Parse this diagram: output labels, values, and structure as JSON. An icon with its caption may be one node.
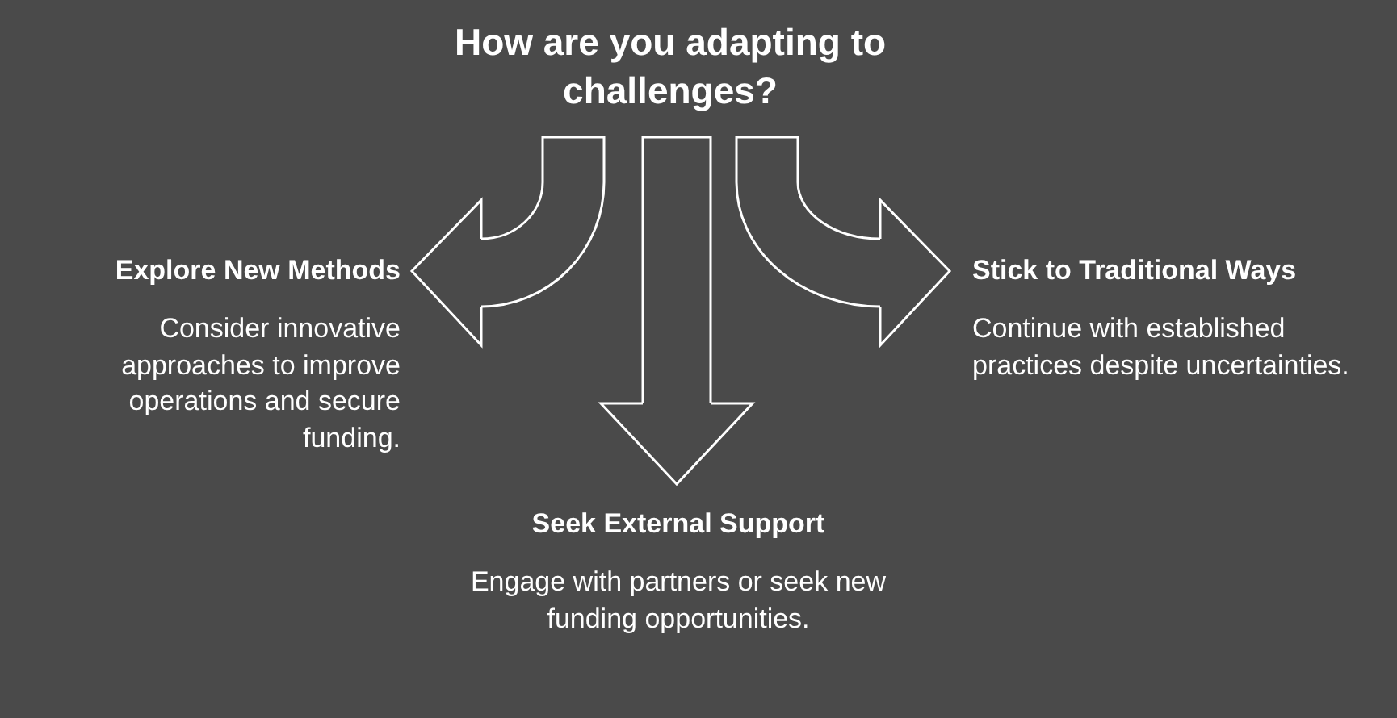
{
  "diagram": {
    "nodes": [
      {
        "text": [
          "How are you adapting to challenges?"
        ]
      },
      {
        "text": [
          "Explore New Methods",
          "Consider innovative approaches to improve operations and secure funding."
        ]
      },
      {
        "text": [
          "Stick to Traditional Ways",
          "Continue with established practices despite uncertainties."
        ]
      },
      {
        "text": [
          "Seek External Support",
          "Engage with partners or seek new funding opportunities."
        ]
      }
    ],
    "edges": [
      {
        "from": 0,
        "to": 1,
        "arrow": "to"
      },
      {
        "from": 0,
        "to": 3,
        "arrow": "to"
      },
      {
        "from": 0,
        "to": 2,
        "arrow": "to"
      }
    ]
  }
}
